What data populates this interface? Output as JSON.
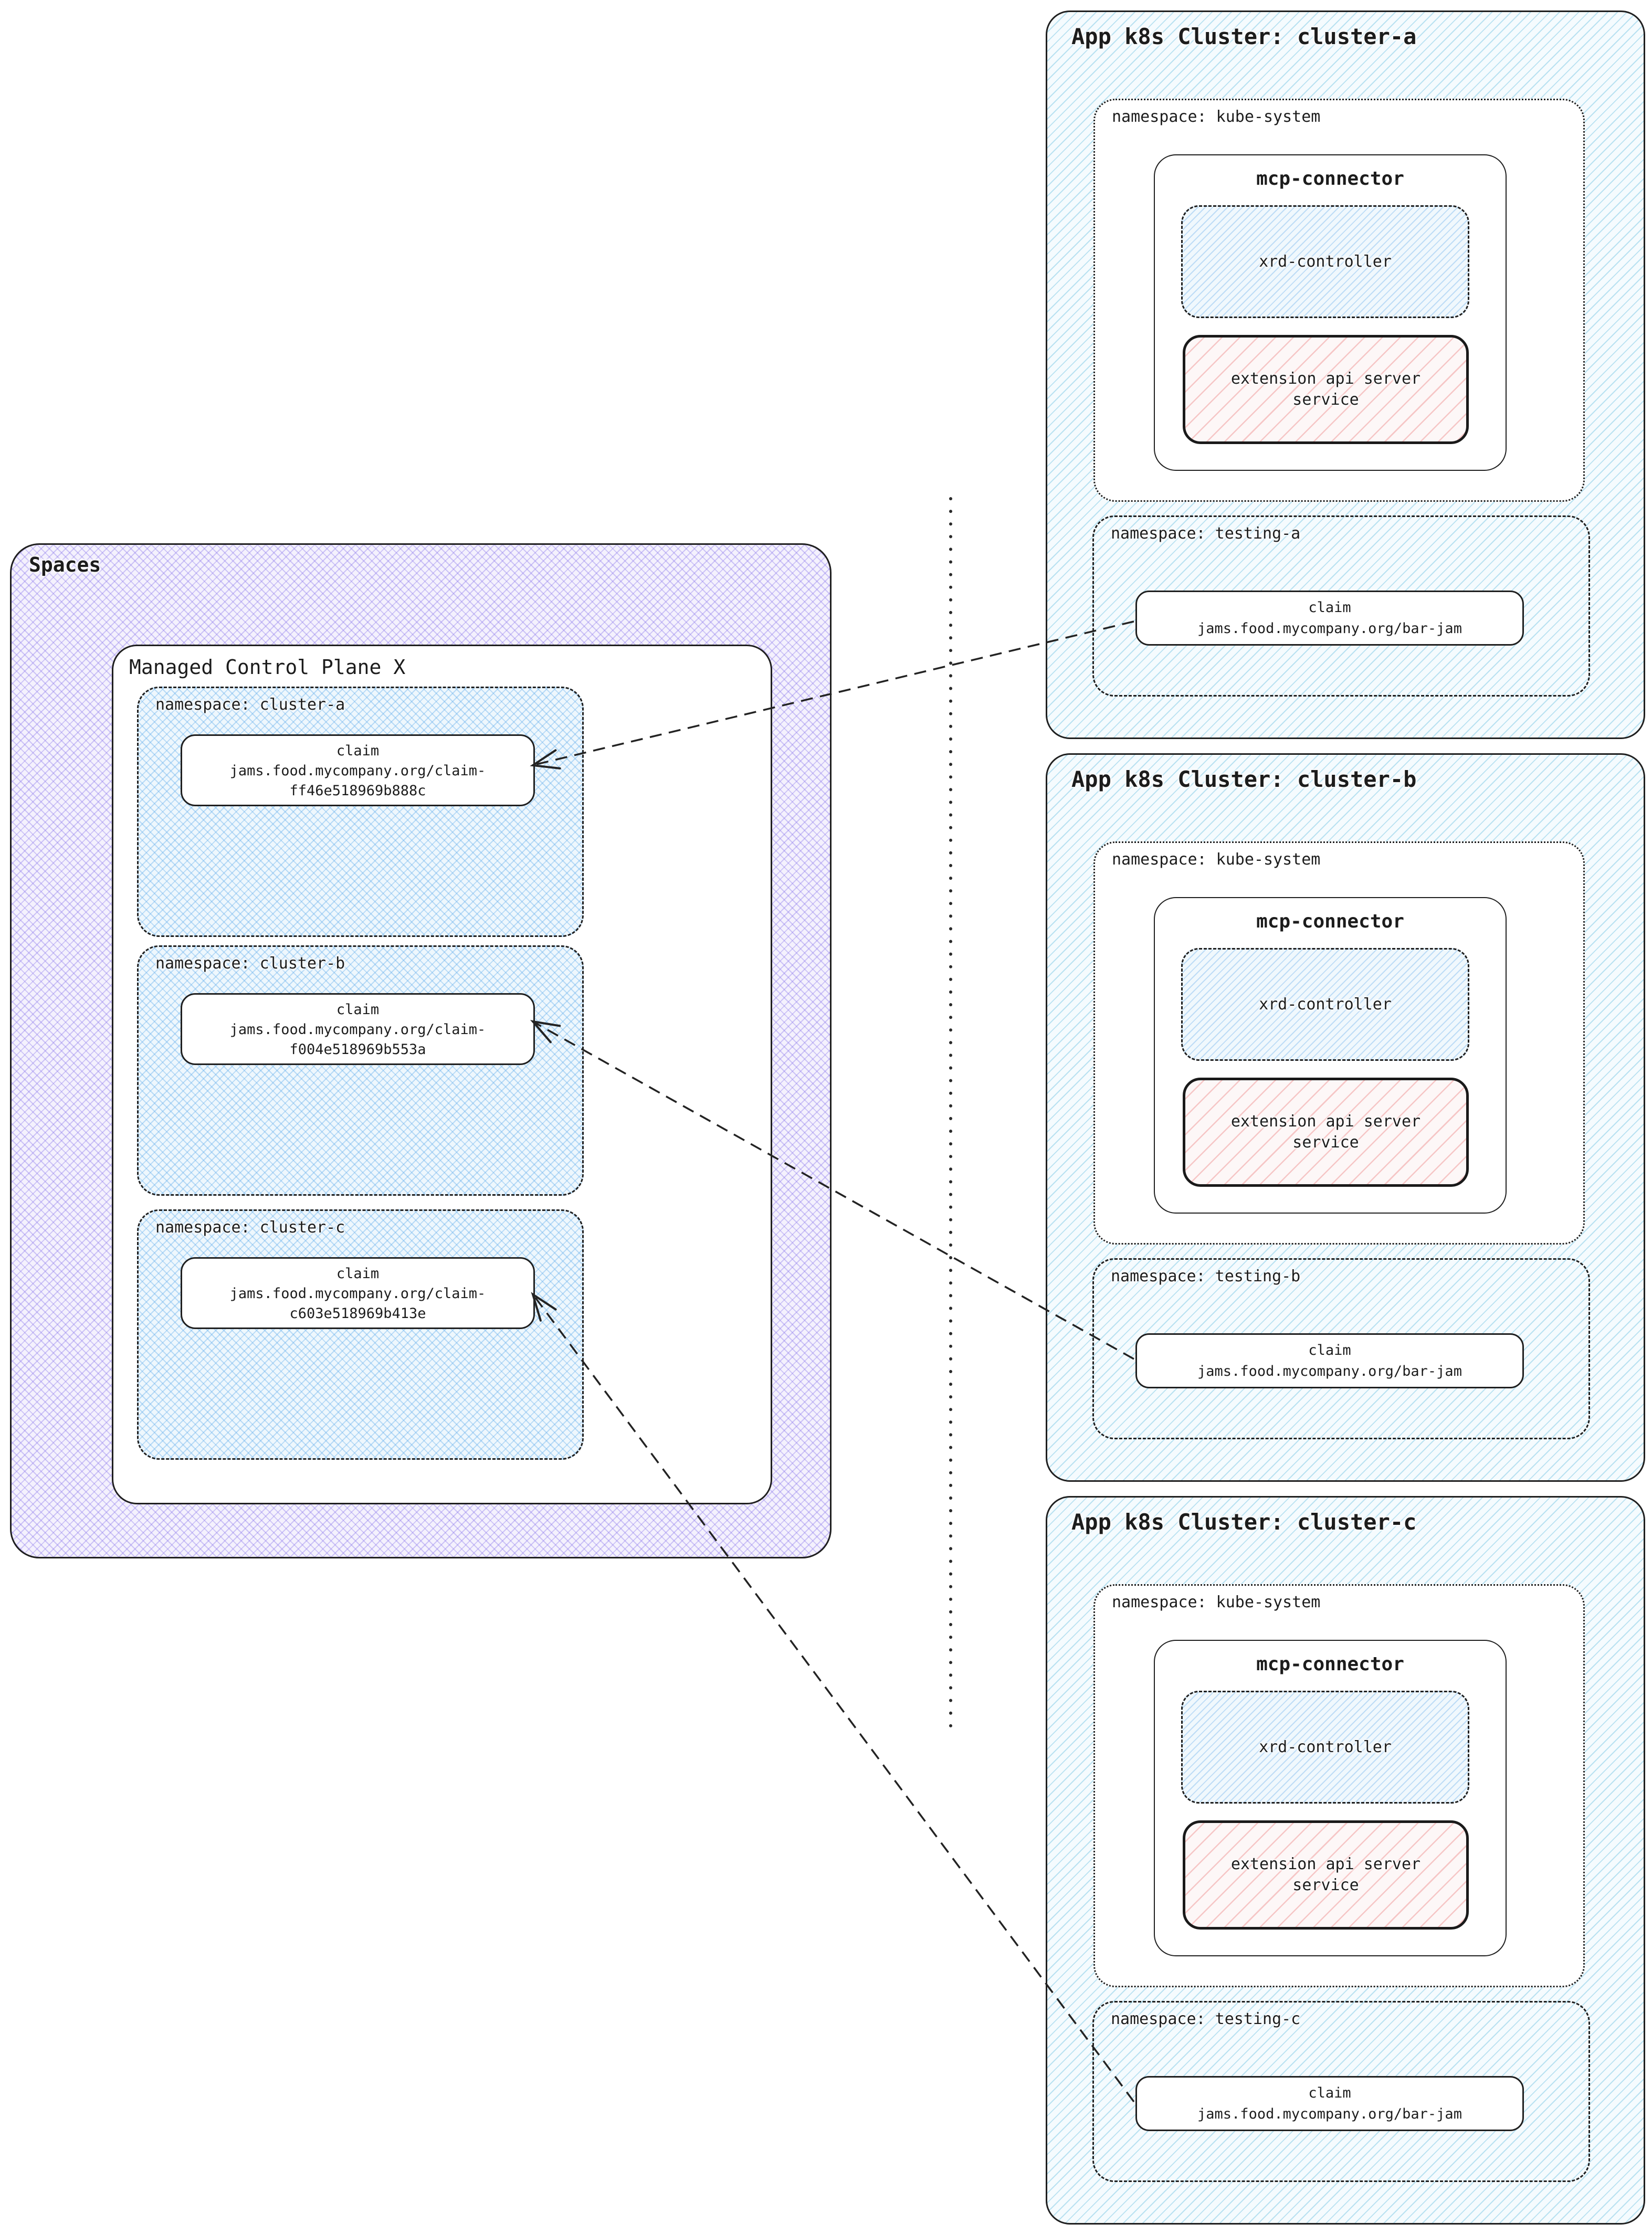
{
  "spaces": {
    "title": "Spaces",
    "control_plane": {
      "title": "Managed Control Plane X",
      "namespaces": [
        {
          "label": "namespace: cluster-a",
          "claim_title": "claim",
          "claim_line1": "jams.food.mycompany.org/claim-",
          "claim_line2": "ff46e518969b888c"
        },
        {
          "label": "namespace: cluster-b",
          "claim_title": "claim",
          "claim_line1": "jams.food.mycompany.org/claim-",
          "claim_line2": "f004e518969b553a"
        },
        {
          "label": "namespace: cluster-c",
          "claim_title": "claim",
          "claim_line1": "jams.food.mycompany.org/claim-",
          "claim_line2": "c603e518969b413e"
        }
      ]
    }
  },
  "clusters": [
    {
      "title": "App k8s Cluster: cluster-a",
      "kube_label": "namespace: kube-system",
      "mcp_title": "mcp-connector",
      "xrd_label": "xrd-controller",
      "ext_line1": "extension api server",
      "ext_line2": "service",
      "testing_label": "namespace: testing-a",
      "claim_title": "claim",
      "claim_line": "jams.food.mycompany.org/bar-jam"
    },
    {
      "title": "App k8s Cluster: cluster-b",
      "kube_label": "namespace: kube-system",
      "mcp_title": "mcp-connector",
      "xrd_label": "xrd-controller",
      "ext_line1": "extension api server",
      "ext_line2": "service",
      "testing_label": "namespace: testing-b",
      "claim_title": "claim",
      "claim_line": "jams.food.mycompany.org/bar-jam"
    },
    {
      "title": "App k8s Cluster: cluster-c",
      "kube_label": "namespace: kube-system",
      "mcp_title": "mcp-connector",
      "xrd_label": "xrd-controller",
      "ext_line1": "extension api server",
      "ext_line2": "service",
      "testing_label": "namespace: testing-c",
      "claim_title": "claim",
      "claim_line": "jams.food.mycompany.org/bar-jam"
    }
  ],
  "colors": {
    "spaces_hatch": "#8c78eb",
    "namespace_hatch": "#64afeb",
    "cluster_hatch": "#7dc8e4",
    "extension_hatch": "#f09696",
    "line": "#1f1f1f"
  }
}
